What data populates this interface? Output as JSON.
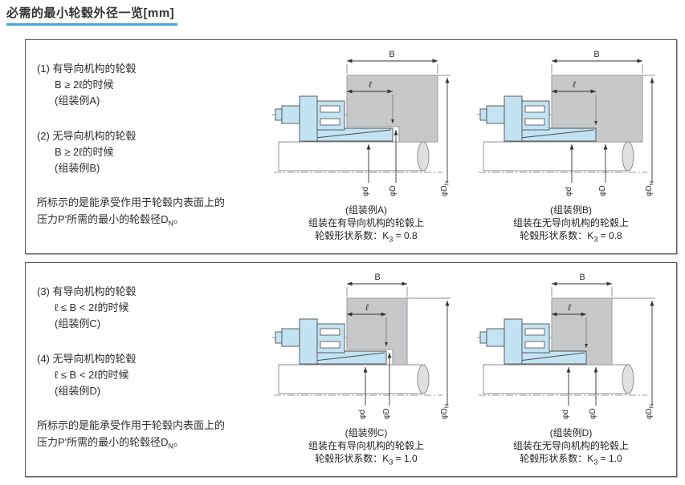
{
  "title": "必需的最小轮毂外径一览[mm]",
  "colors": {
    "accent": "#4aa4d8",
    "hub_gray": "#c7c8ca",
    "clamp_blue": "#c3e3f3"
  },
  "dims": {
    "B": "B",
    "l": "ℓ",
    "d": "φd",
    "D": "φD",
    "DN_pre": "φD",
    "DN_sub": "N"
  },
  "panels": [
    {
      "items": [
        {
          "line1": "(1) 有导向机构的轮毂",
          "line2": "B ≥ 2ℓ的时候",
          "line3": "(组装例A)"
        },
        {
          "line1": "(2) 无导向机构的轮毂",
          "line2": "B ≥ 2ℓ的时候",
          "line3": "(组装例B)"
        }
      ],
      "note": {
        "line1": "所标示的是能承受作用于轮毂内表面上的",
        "line2_pre": "压力P'所需的最小的轮毂径D",
        "line2_sub": "N",
        "line2_post": "。"
      },
      "figures": [
        {
          "caption1": "(组装例A)",
          "caption2": "组装在有导向机构的轮毂上",
          "caption3_pre": "轮毂形状系数：K",
          "caption3_sub": "3",
          "caption3_post": " = 0.8"
        },
        {
          "caption1": "(组装例B)",
          "caption2": "组装在无导向机构的轮毂上",
          "caption3_pre": "轮毂形状系数：K",
          "caption3_sub": "3",
          "caption3_post": " = 0.8"
        }
      ]
    },
    {
      "items": [
        {
          "line1": "(3) 有导向机构的轮毂",
          "line2": "ℓ ≤ B < 2ℓ的时候",
          "line3": "(组装例C)"
        },
        {
          "line1": "(4) 无导向机构的轮毂",
          "line2": "ℓ ≤ B < 2ℓ的时候",
          "line3": "(组装例D)"
        }
      ],
      "note": {
        "line1": "所标示的是能承受作用于轮毂内表面上的",
        "line2_pre": "压力P'所需的最小的轮毂径D",
        "line2_sub": "N",
        "line2_post": "。"
      },
      "figures": [
        {
          "caption1": "(组装例C)",
          "caption2": "组装在有导向机构的轮毂上",
          "caption3_pre": "轮毂形状系数：K",
          "caption3_sub": "3",
          "caption3_post": " = 1.0"
        },
        {
          "caption1": "(组装例D)",
          "caption2": "组装在无导向机构的轮毂上",
          "caption3_pre": "轮毂形状系数：K",
          "caption3_sub": "3",
          "caption3_post": " = 1.0"
        }
      ]
    }
  ]
}
